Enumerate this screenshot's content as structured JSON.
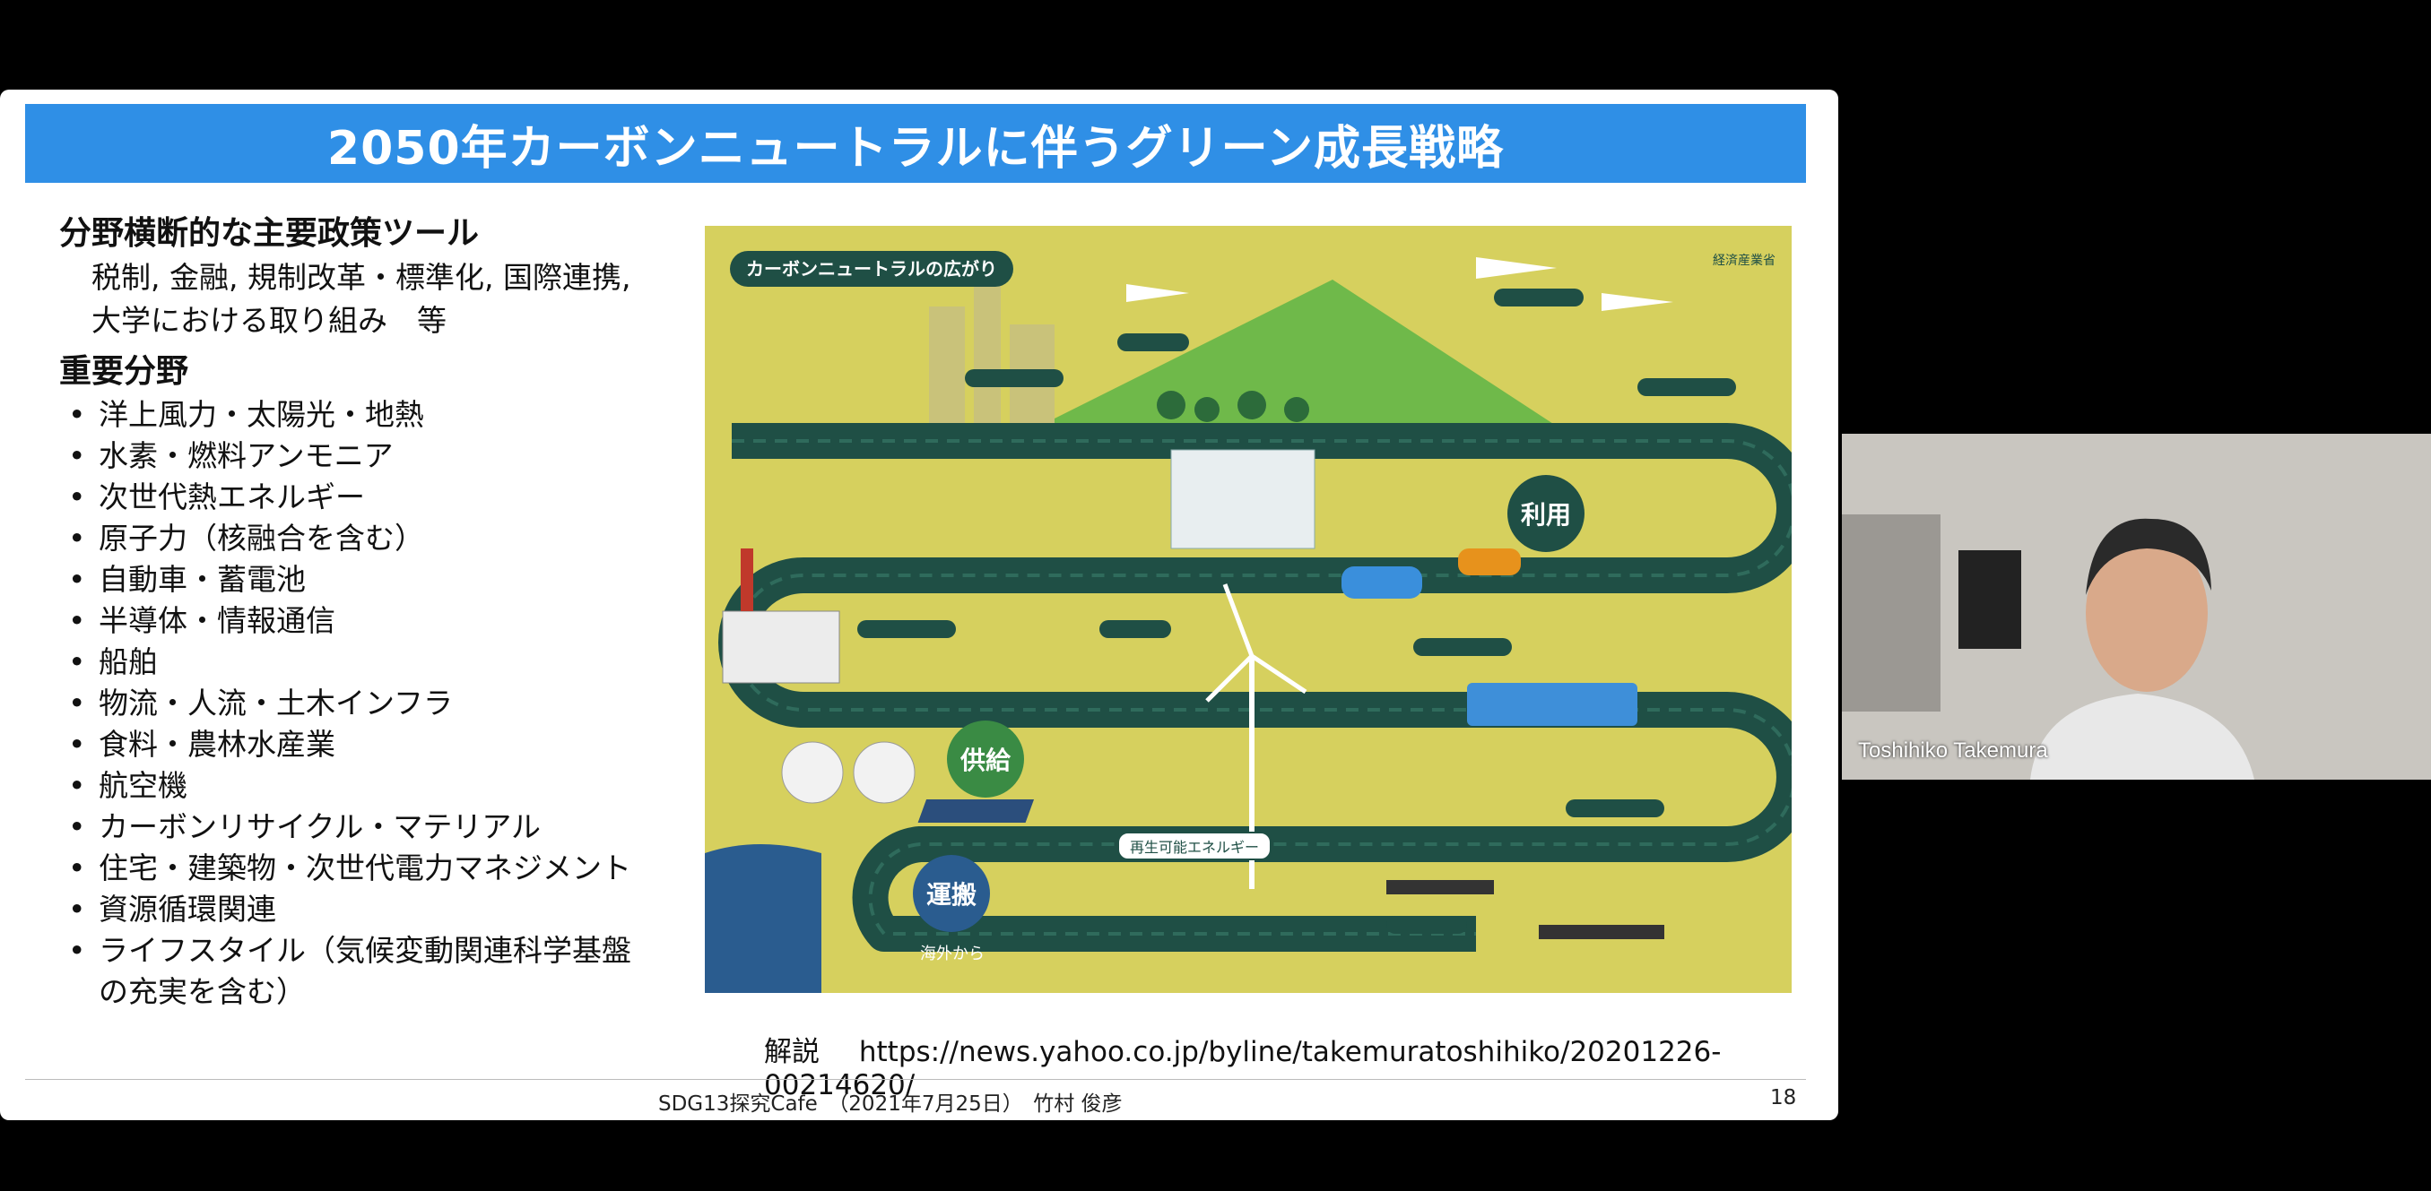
{
  "slide": {
    "title": "2050年カーボンニュートラルに伴うグリーン成長戦略",
    "tools_header": "分野横断的な主要政策ツール",
    "tools_line1": "税制, 金融, 規制改革・標準化, 国際連携,",
    "tools_line2": "大学における取り組み　等",
    "fields_header": "重要分野",
    "fields": [
      "洋上風力・太陽光・地熱",
      "水素・燃料アンモニア",
      "次世代熱エネルギー",
      "原子力（核融合を含む）",
      "自動車・蓄電池",
      "半導体・情報通信",
      "船舶",
      "物流・人流・土木インフラ",
      "食料・農林水産業",
      "航空機",
      "カーボンリサイクル・マテリアル",
      "住宅・建築物・次世代電力マネジメント",
      "資源循環関連",
      "ライフスタイル（気候変動関連科学基盤",
      "の充実を含む）"
    ],
    "url_label": "解説",
    "url": "https://news.yahoo.co.jp/byline/takemuratoshihiko/20201226-00214620/",
    "footer": "SDG13探究Cafe　（2021年7月25日）　竹村 俊彦",
    "page_number": "18"
  },
  "infographic": {
    "title": "カーボンニュートラルの広がり",
    "logo": "経済産業省",
    "use_label": "利用",
    "supply_label": "供給",
    "transport_label": "運搬",
    "renewable_label": "再生可能エネルギー",
    "overseas_label": "海外から"
  },
  "video": {
    "participant_name": "Toshihiko Takemura"
  },
  "colors": {
    "title_bar": "#2f8fe6",
    "infographic_bg": "#d6d05e",
    "road": "#1f4f45"
  }
}
